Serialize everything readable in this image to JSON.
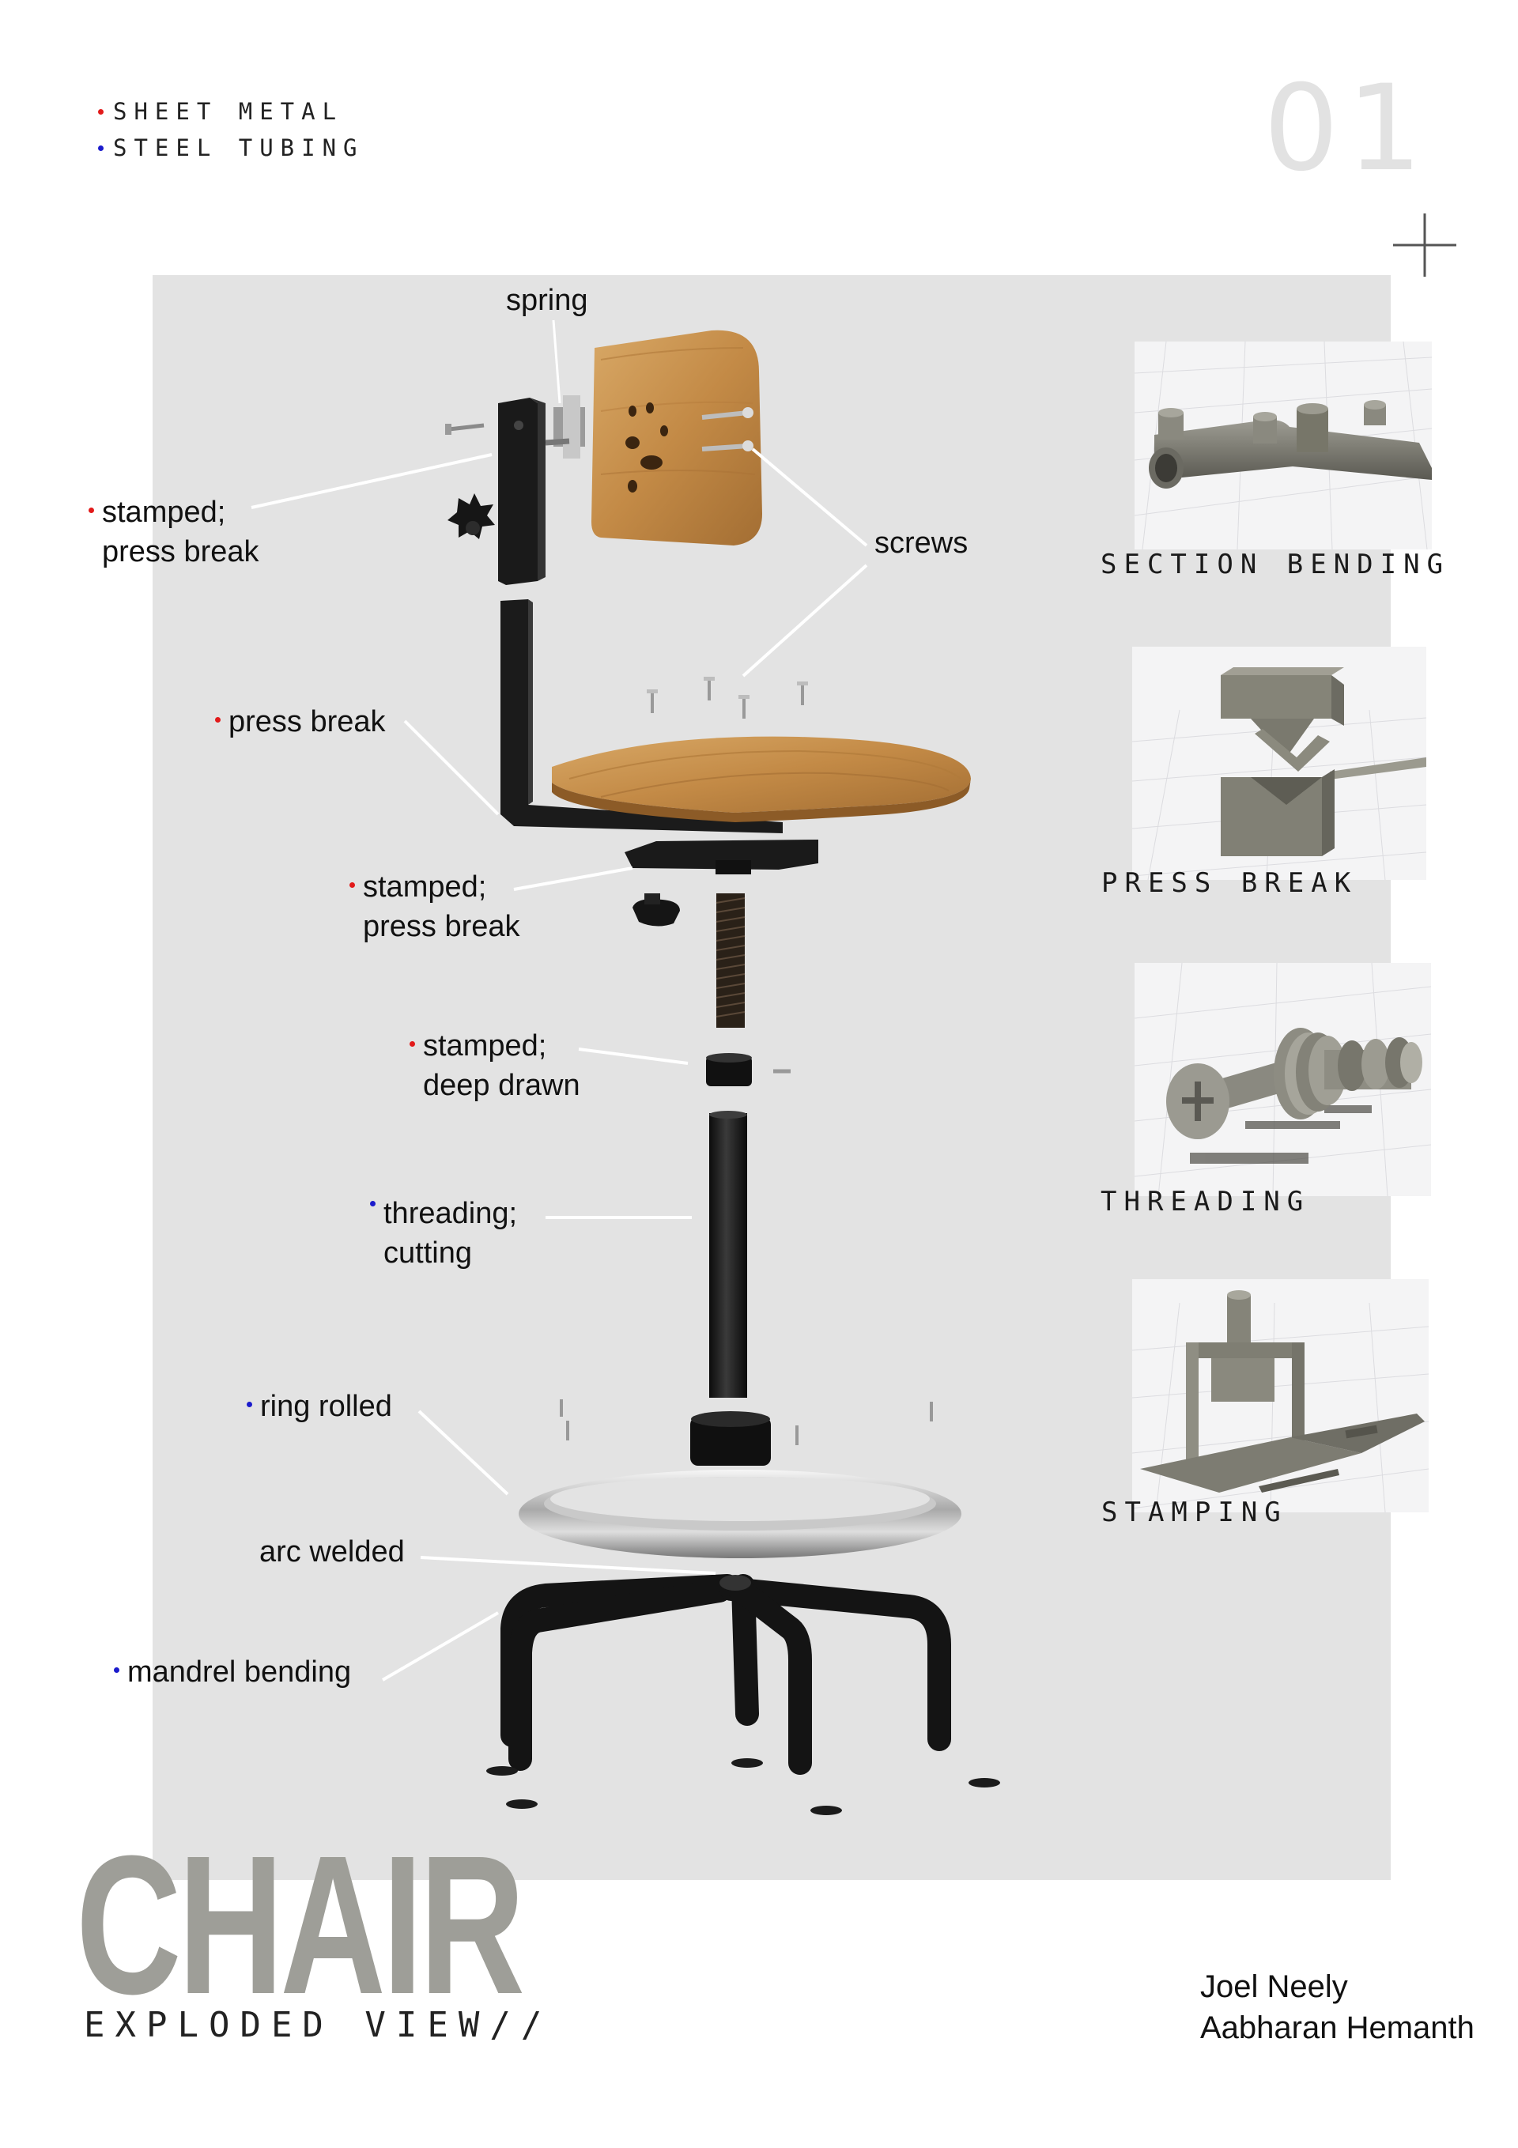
{
  "legend": [
    {
      "label": "SHEET METAL",
      "color": "#e21a1a"
    },
    {
      "label": "STEEL TUBING",
      "color": "#1b1bcc"
    }
  ],
  "page_number": "01",
  "colors": {
    "red": "#e21a1a",
    "blue": "#1b1bcc",
    "panel": "#e3e3e3",
    "wood": "#c8934e",
    "metal": "#1c1c1c"
  },
  "callouts": {
    "spring": "spring",
    "screws": "screws",
    "backrest_a": "stamped;",
    "backrest_b": "press break",
    "press_break": "press break",
    "seat_plate_a": "stamped;",
    "seat_plate_b": "press break",
    "collar_a": "stamped;",
    "collar_b": "deep drawn",
    "column_a": "threading;",
    "column_b": "cutting",
    "ring": "ring rolled",
    "arc": "arc welded",
    "legs": "mandrel bending"
  },
  "processes": [
    {
      "caption": "SECTION BENDING",
      "icon": "section-bending-render"
    },
    {
      "caption": "PRESS BREAK",
      "icon": "press-break-render"
    },
    {
      "caption": "THREADING",
      "icon": "threading-render"
    },
    {
      "caption": "STAMPING",
      "icon": "stamping-render"
    }
  ],
  "title": "CHAIR",
  "subtitle": "EXPLODED VIEW//",
  "authors": [
    "Joel Neely",
    "Aabharan Hemanth"
  ]
}
